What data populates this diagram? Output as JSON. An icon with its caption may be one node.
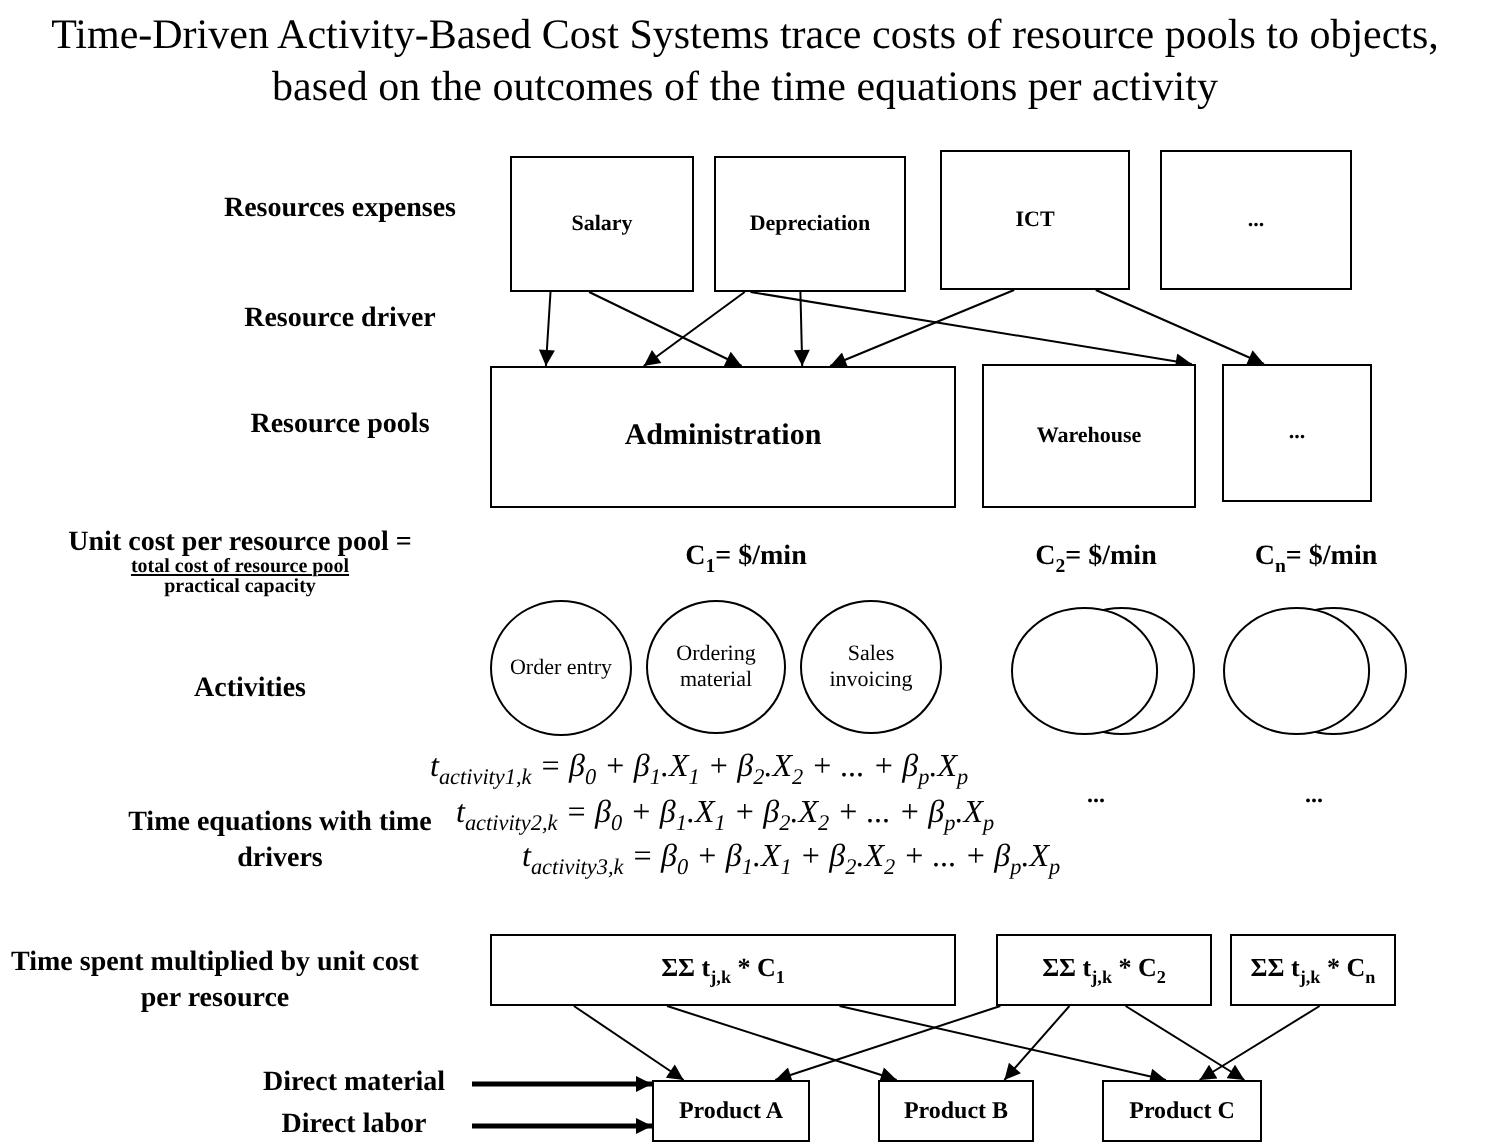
{
  "diagram": {
    "title": "Time-Driven Activity-Based Cost Systems trace costs of resource pools to objects, based on the outcomes of the time equations per activity",
    "nodes": [
      {
        "text": [
          "Salary"
        ]
      },
      {
        "text": [
          "Depreciation"
        ]
      },
      {
        "text": [
          "ICT"
        ]
      },
      {
        "text": [
          "..."
        ]
      },
      {
        "text": [
          "Administration"
        ]
      },
      {
        "text": [
          "Warehouse"
        ]
      },
      {
        "text": [
          "..."
        ]
      },
      {
        "text": [
          "Order entry"
        ]
      },
      {
        "text": [
          "Ordering material"
        ]
      },
      {
        "text": [
          "Sales invoicing"
        ]
      },
      {
        "text": [],
        "shape": "circle"
      },
      {
        "text": [],
        "shape": "circle"
      },
      {
        "text": [
          "ΣΣ t$_{j,k}$ * C$_{1}$"
        ]
      },
      {
        "text": [
          "ΣΣ t$_{j,k}$ * C$_{2}$"
        ]
      },
      {
        "text": [
          "ΣΣ t$_{j,k}$ * C$_{n}$"
        ]
      },
      {
        "text": [
          "Product A"
        ]
      },
      {
        "text": [
          "Product B"
        ]
      },
      {
        "text": [
          "Product C"
        ]
      },
      {
        "text": [
          "Direct material"
        ]
      },
      {
        "text": [
          "Direct labor"
        ]
      }
    ],
    "edges": [
      {
        "from": 0,
        "to": 4,
        "arrow": "to"
      },
      {
        "from": 0,
        "to": 4,
        "arrow": "to"
      },
      {
        "from": 1,
        "to": 4,
        "arrow": "to"
      },
      {
        "from": 1,
        "to": 4,
        "arrow": "to"
      },
      {
        "from": 1,
        "to": 5,
        "arrow": "to"
      },
      {
        "from": 2,
        "to": 4,
        "arrow": "to"
      },
      {
        "from": 2,
        "to": 6,
        "arrow": "to"
      },
      {
        "from": 12,
        "to": 15,
        "arrow": "to"
      },
      {
        "from": 12,
        "to": 16,
        "arrow": "to"
      },
      {
        "from": 12,
        "to": 17,
        "arrow": "to"
      },
      {
        "from": 13,
        "to": 15,
        "arrow": "to"
      },
      {
        "from": 13,
        "to": 16,
        "arrow": "to"
      },
      {
        "from": 13,
        "to": 17,
        "arrow": "to"
      },
      {
        "from": 14,
        "to": 17,
        "arrow": "to"
      },
      {
        "from": 18,
        "to": 15,
        "arrow": "to",
        "style": "thick"
      },
      {
        "from": 19,
        "to": 15,
        "arrow": "to",
        "style": "thick"
      }
    ],
    "labels": [
      "Resources expenses",
      "Resource driver",
      "Resource pools",
      "Unit cost per resource pool =",
      "total cost of resource pool",
      "practical capacity",
      "C$_{1}$= $/min",
      "C$_{2}$= $/min",
      "C$_{n}$= $/min",
      "Activities",
      "t$_{activity1,k}$ = β$_{0}$ + β$_{1}$.X$_{1}$ + β$_{2}$.X$_{2}$ + ... + β$_{p}$.X$_{p}$",
      "Time equations with time drivers",
      "t$_{activity2,k}$ = β$_{0}$ + β$_{1}$.X$_{1}$ + β$_{2}$.X$_{2}$ + ... + β$_{p}$.X$_{p}$",
      "...",
      "...",
      "t$_{activity3,k}$ = β$_{0}$ + β$_{1}$.X$_{1}$ + β$_{2}$.X$_{2}$ + ... + β$_{p}$.X$_{p}$",
      "Time spent multiplied by unit cost per resource"
    ]
  }
}
